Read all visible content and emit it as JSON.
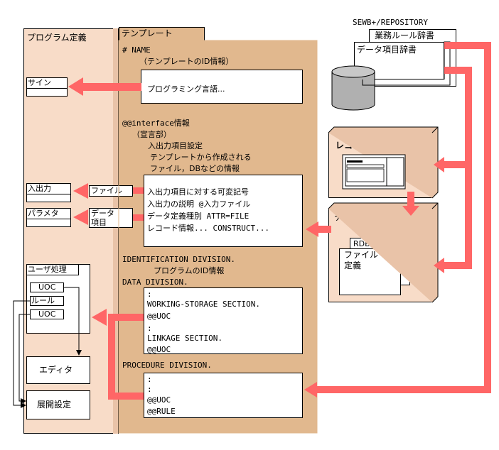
{
  "colors": {
    "panel": "#F8DCC8",
    "template": "#E1B88E",
    "arrow": "#FF6666",
    "line": "#000000"
  },
  "left_panel": {
    "title": "プログラム定義",
    "sign": "サイン",
    "io": "入出力",
    "param": "パラメタ",
    "user_proc": "ユーザ処理",
    "uoc1": "UOC",
    "rule": "ルール",
    "uoc2": "UOC",
    "editor": "エディタ",
    "expand": "展開設定"
  },
  "template": {
    "tab": "テンプレート",
    "name_head": "# NAME",
    "name_sub": "（テンプレートのID情報）",
    "name_box": "プログラミング言語...",
    "iface_head": "@@interface情報",
    "iface_sub1": "（宣言部）",
    "iface_sub2": "入出力項目設定",
    "iface_sub3": "テンプレートから作成される",
    "iface_sub4": "ファイル，DBなどの情報",
    "iface_box": [
      "入出力項目に対する可変記号",
      "入出力の説明    @入力ファイル",
      "データ定義種別  ATTR=FILE",
      "レコード情報...   CONSTRUCT..."
    ],
    "file_tag": "ファイル",
    "data_tag1": "データ",
    "data_tag2": "項目",
    "ident1": "IDENTIFICATION  DIVISION.",
    "ident2": "プログラムのID情報",
    "data_div": "DATA  DIVISION.",
    "data_box": [
      ":",
      "WORKING-STORAGE  SECTION.",
      "@@UOC",
      ":",
      "LINKAGE  SECTION.",
      "@@UOC"
    ],
    "proc_div": "PROCEDURE  DIVISION.",
    "proc_box": [
      ":",
      ":",
      "@@UOC",
      "@@RULE"
    ]
  },
  "repository": {
    "title": "SEWB+/REPOSITORY",
    "dict_rule": "業務ルール辞書",
    "dict_data": "データ項目辞書"
  },
  "record": {
    "title": "レコード定義"
  },
  "datadef": {
    "title": "データ定義",
    "rdb": "RDB",
    "file1": "ファイル",
    "file2": "定義"
  }
}
